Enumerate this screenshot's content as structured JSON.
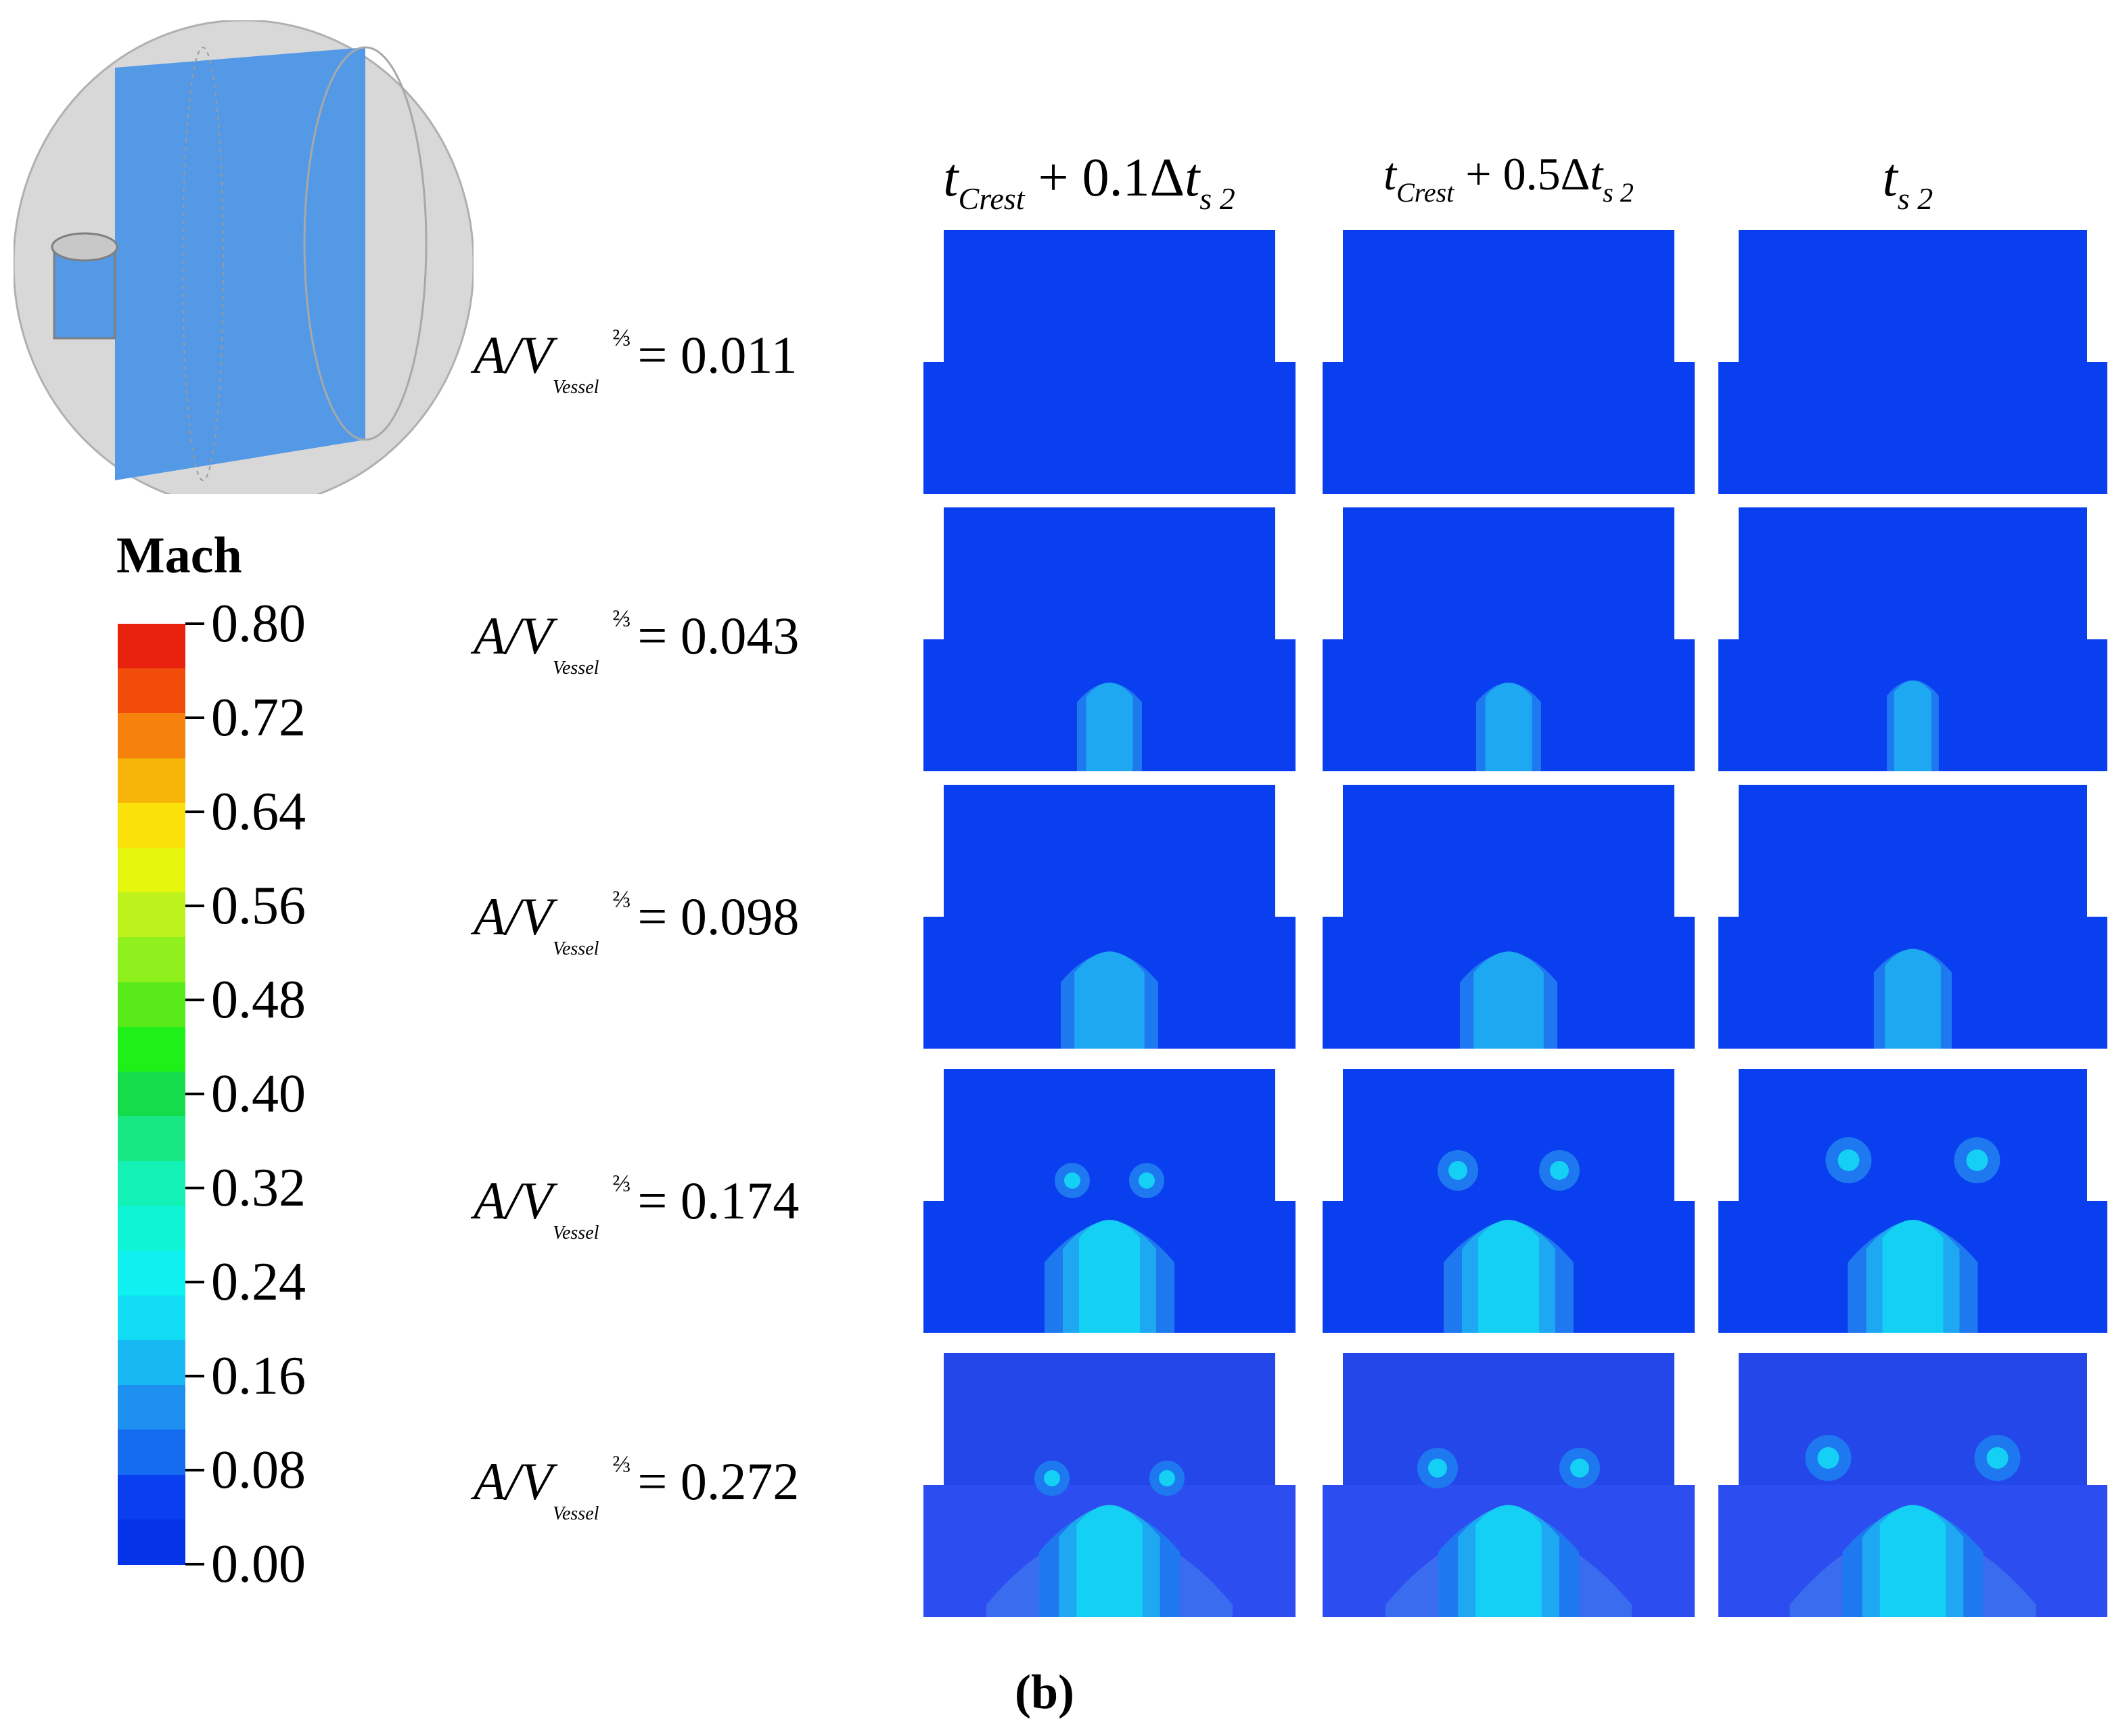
{
  "legend": {
    "title": "Mach",
    "ticks": [
      "0.80",
      "0.72",
      "0.64",
      "0.56",
      "0.48",
      "0.40",
      "0.32",
      "0.24",
      "0.16",
      "0.08",
      "0.00"
    ],
    "colors": [
      "#e8220c",
      "#f24c0a",
      "#f6820d",
      "#f7b50a",
      "#fbe10a",
      "#e4f70c",
      "#bdf21c",
      "#8ef01c",
      "#58ea19",
      "#1ff018",
      "#14dc4a",
      "#18e884",
      "#13f2b4",
      "#10f4d6",
      "#0ff0f0",
      "#10dcf4",
      "#18b8f2",
      "#1e90f0",
      "#166cf0",
      "#0a3ff0",
      "#0433e8"
    ]
  },
  "columns": [
    {
      "t": "t",
      "sub": "Crest",
      "rest": " + 0.1Δ",
      "t2": "t",
      "sub2": "s 2"
    },
    {
      "t": "t",
      "sub": "Crest",
      "rest": " + 0.5Δ",
      "t2": "t",
      "sub2": "s 2"
    },
    {
      "t": "",
      "sub": "",
      "rest": "",
      "t2": "t",
      "sub2": "s 2"
    }
  ],
  "rows": [
    {
      "A": "A",
      "slash": "/",
      "V": "V",
      "sub": "Vessel",
      "exp": "⅔",
      "eq": "= 0.011"
    },
    {
      "A": "A",
      "slash": "/",
      "V": "V",
      "sub": "Vessel",
      "exp": "⅔",
      "eq": "= 0.043"
    },
    {
      "A": "A",
      "slash": "/",
      "V": "V",
      "sub": "Vessel",
      "exp": "⅔",
      "eq": "= 0.098"
    },
    {
      "A": "A",
      "slash": "/",
      "V": "V",
      "sub": "Vessel",
      "exp": "⅔",
      "eq": "= 0.174"
    },
    {
      "A": "A",
      "slash": "/",
      "V": "V",
      "sub": "Vessel",
      "exp": "⅔",
      "eq": "= 0.272"
    }
  ],
  "caption": "(b)",
  "colors": {
    "base": "#0a3ff0",
    "vessel_gray": "#d8d8d8",
    "vessel_blue": "#5499e6",
    "jet1": "#1e78f0",
    "jet2": "#1ea8f2",
    "jet3": "#14d0f4",
    "jet4": "#14e0dc"
  }
}
